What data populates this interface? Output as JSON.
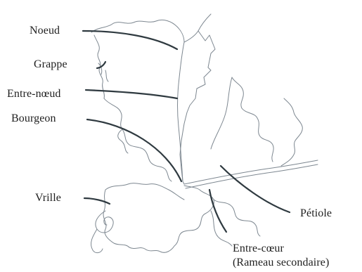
{
  "labels": {
    "noeud": "Noeud",
    "grappe": "Grappe",
    "entre_noeud": "Entre-nœud",
    "bourgeon": "Bourgeon",
    "vrille": "Vrille",
    "petiole": "Pétiole",
    "entre_coeur": "Entre-cœur",
    "rameau_secondaire": "(Rameau secondaire)"
  }
}
